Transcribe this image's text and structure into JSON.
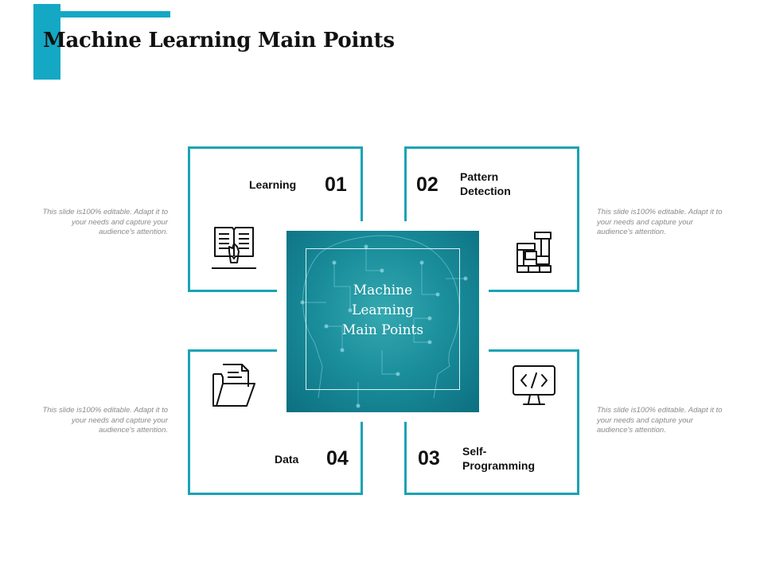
{
  "slide": {
    "title": "Machine Learning Main Points",
    "accent_color": "#14a8c4",
    "border_color": "#1aa3b4"
  },
  "center": {
    "title_lines": [
      "Machine",
      "Learning",
      "Main Points"
    ],
    "background_color": "#1b8f9c"
  },
  "points": [
    {
      "number": "01",
      "label": "Learning",
      "icon": "book-icon",
      "description": "This slide is100% editable. Adapt it to your needs and capture your audience's attention."
    },
    {
      "number": "02",
      "label_lines": [
        "Pattern",
        "Detection"
      ],
      "icon": "blocks-icon",
      "description": "This slide is100% editable. Adapt it to your needs and capture your audience's attention."
    },
    {
      "number": "03",
      "label_lines": [
        "Self-",
        "Programming"
      ],
      "icon": "code-monitor-icon",
      "description": "This slide is100% editable. Adapt it to your needs and capture your audience's attention."
    },
    {
      "number": "04",
      "label": "Data",
      "icon": "folder-icon",
      "description": "This slide is100% editable. Adapt it to your needs and capture your audience's attention."
    }
  ]
}
